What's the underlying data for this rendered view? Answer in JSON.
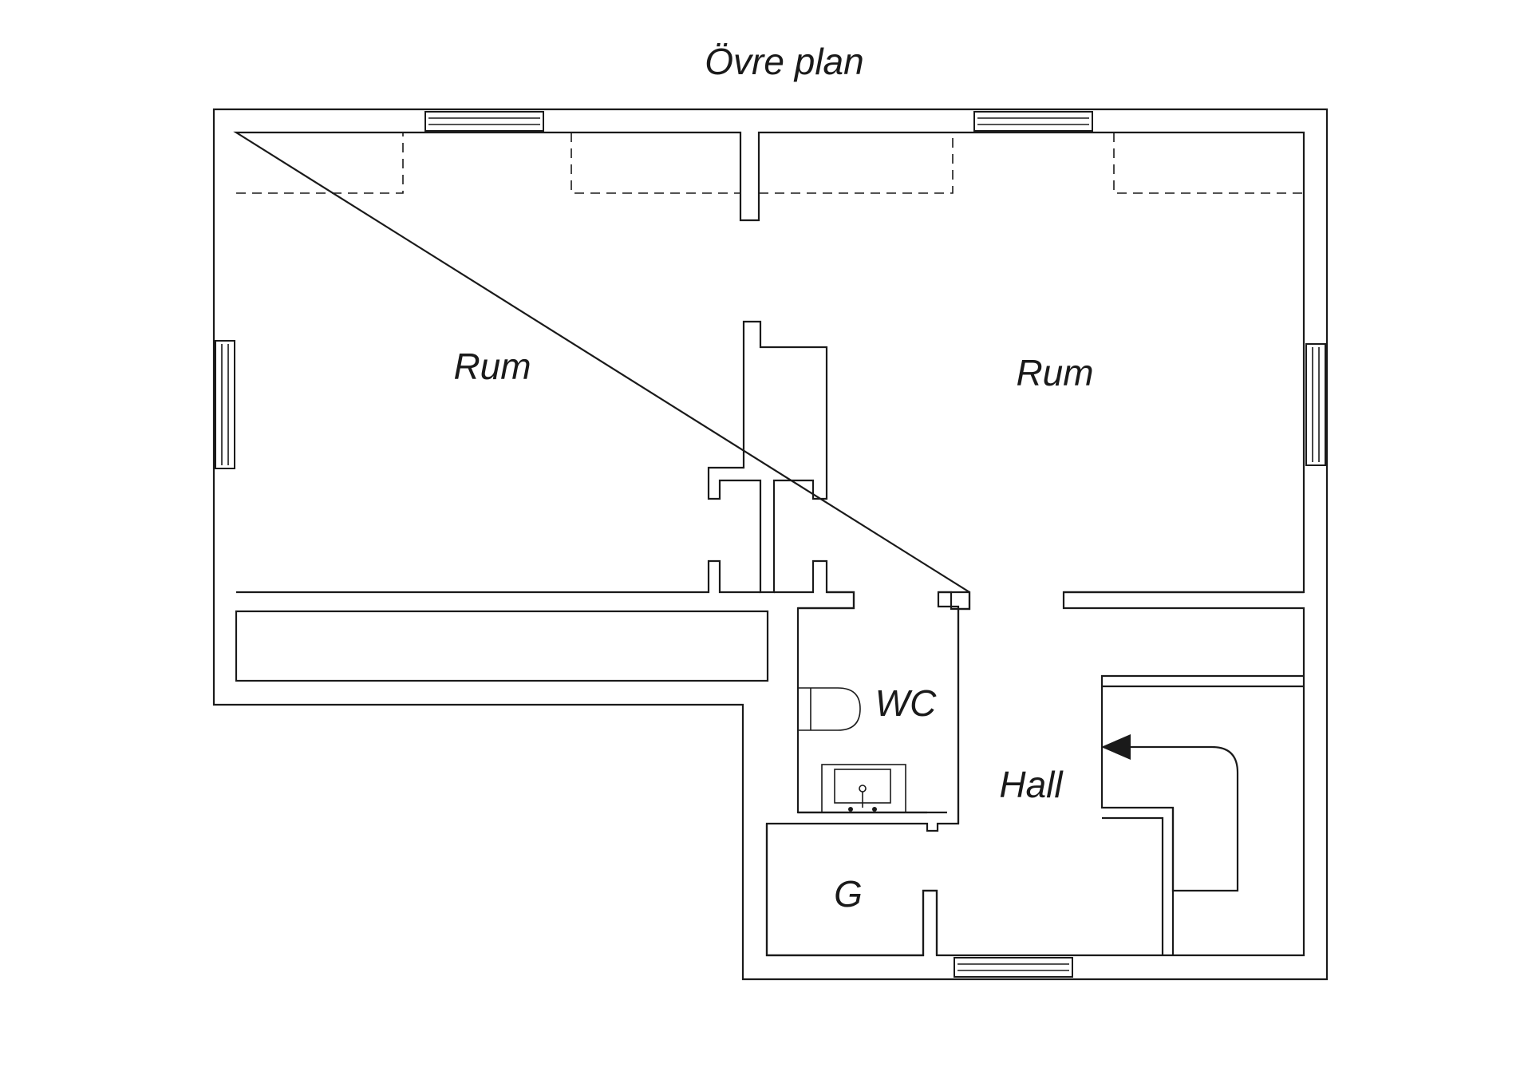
{
  "title": "Övre plan",
  "rooms": {
    "rum_left": "Rum",
    "rum_right": "Rum",
    "wc": "WC",
    "hall": "Hall",
    "g": "G"
  }
}
